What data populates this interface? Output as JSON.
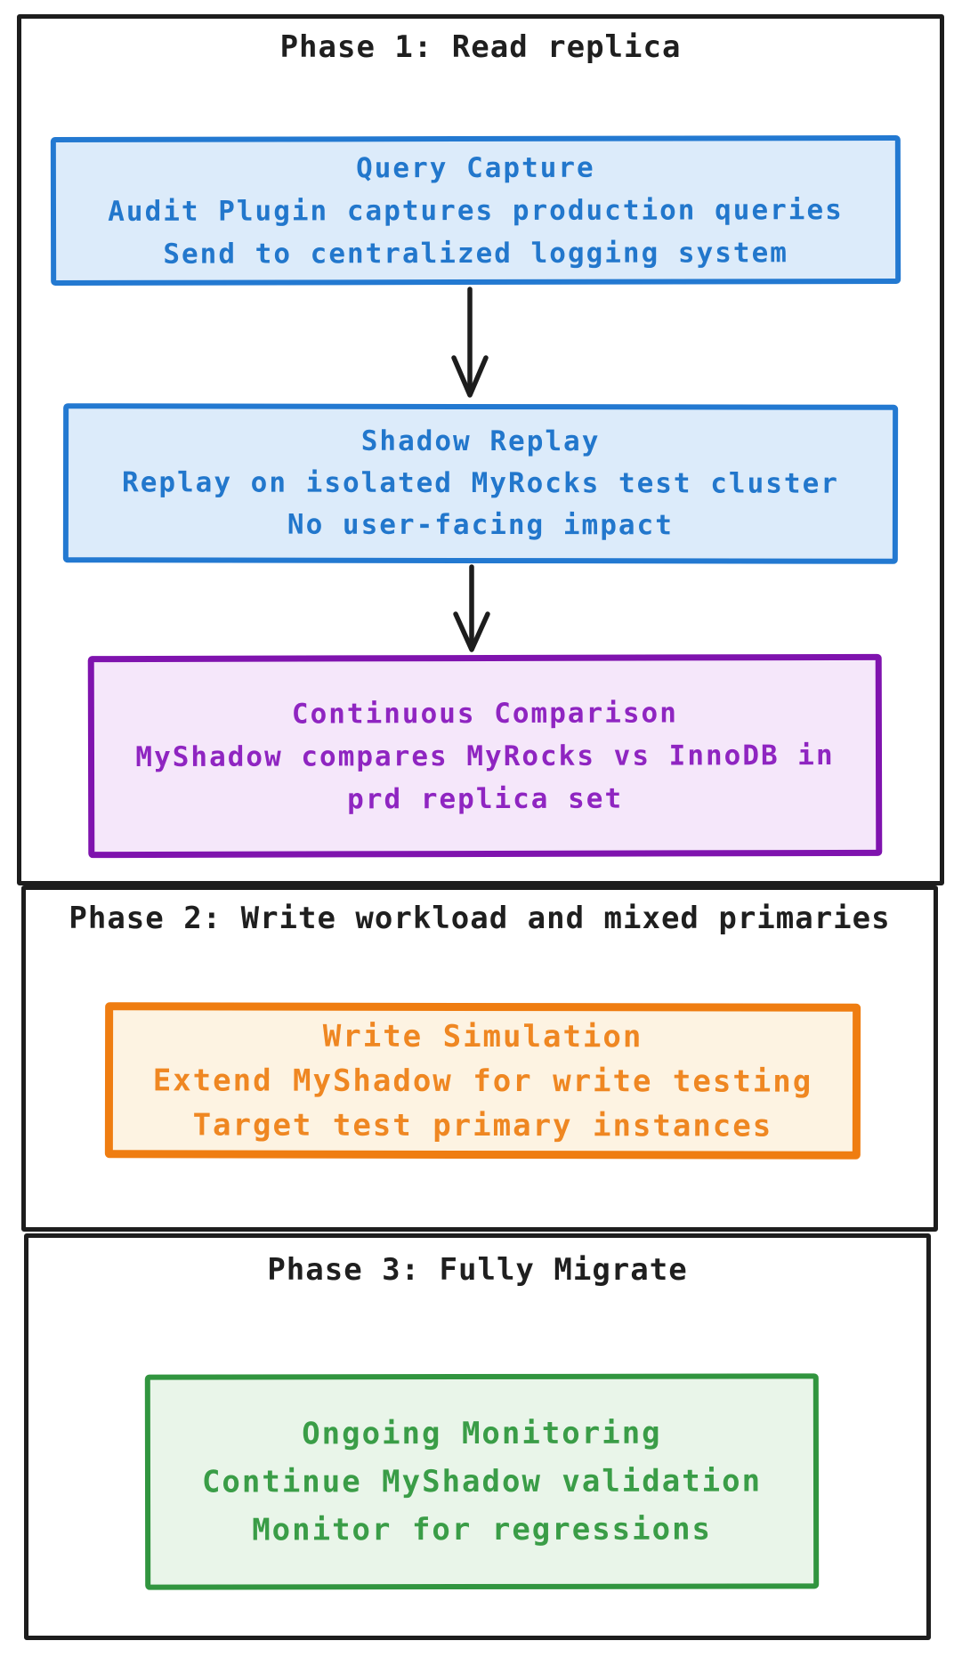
{
  "diagram": {
    "background": "#ffffff",
    "frame_border_color": "#1d1d1d",
    "arrow_color": "#1d1d1d",
    "phases": [
      {
        "title": "Phase 1: Read replica",
        "nodes": [
          {
            "id": "query-capture",
            "stroke": "#2379d1",
            "fill": "#dcebfa",
            "text_color": "#2277cc",
            "lines": [
              "Query Capture",
              "Audit Plugin captures production queries",
              "Send to centralized logging system"
            ]
          },
          {
            "id": "shadow-replay",
            "stroke": "#2379d1",
            "fill": "#dcebfa",
            "text_color": "#2277cc",
            "lines": [
              "Shadow Replay",
              "Replay on isolated MyRocks test cluster",
              "No user-facing impact"
            ]
          },
          {
            "id": "continuous-comparison",
            "stroke": "#7f13ae",
            "fill": "#f5e7fa",
            "text_color": "#8f25c1",
            "lines": [
              "Continuous Comparison",
              "MyShadow compares MyRocks vs InnoDB in",
              "prd replica set"
            ]
          }
        ]
      },
      {
        "title": "Phase 2: Write workload and mixed primaries",
        "nodes": [
          {
            "id": "write-simulation",
            "stroke": "#ef7d11",
            "fill": "#fdf3e2",
            "text_color": "#ef8722",
            "lines": [
              "Write Simulation",
              "Extend MyShadow for write testing",
              "Target test primary instances"
            ]
          }
        ]
      },
      {
        "title": "Phase 3: Fully Migrate",
        "nodes": [
          {
            "id": "ongoing-monitoring",
            "stroke": "#31953f",
            "fill": "#e9f5e9",
            "text_color": "#3a9d47",
            "lines": [
              "Ongoing Monitoring",
              "Continue MyShadow validation",
              "Monitor for regressions"
            ]
          }
        ]
      }
    ]
  }
}
